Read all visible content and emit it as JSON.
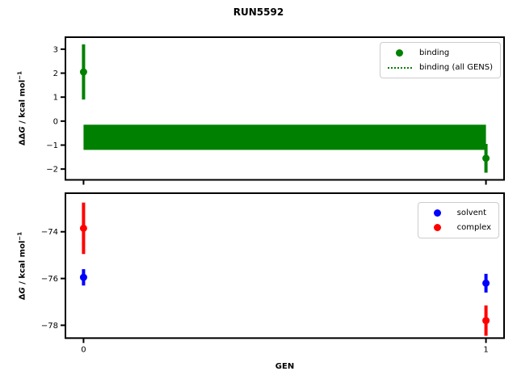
{
  "title": "RUN5592",
  "xlabel": "GEN",
  "chart_data": [
    {
      "type": "scatter",
      "panel": "binding-free-energy-difference",
      "ylabel": {
        "sym": "ΔΔ",
        "var": "G",
        "rest": " / kcal mol",
        "sup": "−1"
      },
      "ylim": [
        -2.45,
        3.5
      ],
      "yticks": [
        3,
        2,
        1,
        0,
        -1,
        -2
      ],
      "yticklabels": [
        "3",
        "2",
        "1",
        "0",
        "−1",
        "−2"
      ],
      "xlim": [
        -0.045,
        1.045
      ],
      "xticks": [
        0,
        1
      ],
      "xticklabels": [],
      "grid": false,
      "series": [
        {
          "name": "binding",
          "color": "#008000",
          "marker": "circle",
          "x": [
            0,
            1
          ],
          "y": [
            2.05,
            -1.55
          ],
          "yerr": [
            1.15,
            0.6
          ]
        },
        {
          "name": "binding (all GENS)",
          "color": "#008000",
          "style": "band",
          "band": {
            "x": [
              0,
              1
            ],
            "y_top": -0.15,
            "y_bottom": -1.2
          }
        }
      ],
      "legend": [
        {
          "label": "binding",
          "marker": "dot",
          "color": "#008000"
        },
        {
          "label": "binding (all GENS)",
          "marker": "dotted-line",
          "color": "#008000"
        }
      ],
      "legend_position": "upper right"
    },
    {
      "type": "scatter",
      "panel": "absolute-free-energies",
      "ylabel": {
        "sym": "Δ",
        "var": "G",
        "rest": " / kcal mol",
        "sup": "−1"
      },
      "ylim": [
        -78.55,
        -72.35
      ],
      "yticks": [
        -74,
        -76,
        -78
      ],
      "yticklabels": [
        "−74",
        "−76",
        "−78"
      ],
      "xlim": [
        -0.045,
        1.045
      ],
      "xticks": [
        0,
        1
      ],
      "xticklabels": [
        "0",
        "1"
      ],
      "grid": false,
      "series": [
        {
          "name": "solvent",
          "color": "#0000ff",
          "marker": "circle",
          "x": [
            0,
            1
          ],
          "y": [
            -75.95,
            -76.2
          ],
          "yerr": [
            0.35,
            0.4
          ]
        },
        {
          "name": "complex",
          "color": "#ff0000",
          "marker": "circle",
          "x": [
            0,
            1
          ],
          "y": [
            -73.85,
            -77.8
          ],
          "yerr": [
            1.1,
            0.65
          ]
        }
      ],
      "legend": [
        {
          "label": "solvent",
          "marker": "dot",
          "color": "#0000ff"
        },
        {
          "label": "complex",
          "marker": "dot",
          "color": "#ff0000"
        }
      ],
      "legend_position": "upper right"
    }
  ]
}
